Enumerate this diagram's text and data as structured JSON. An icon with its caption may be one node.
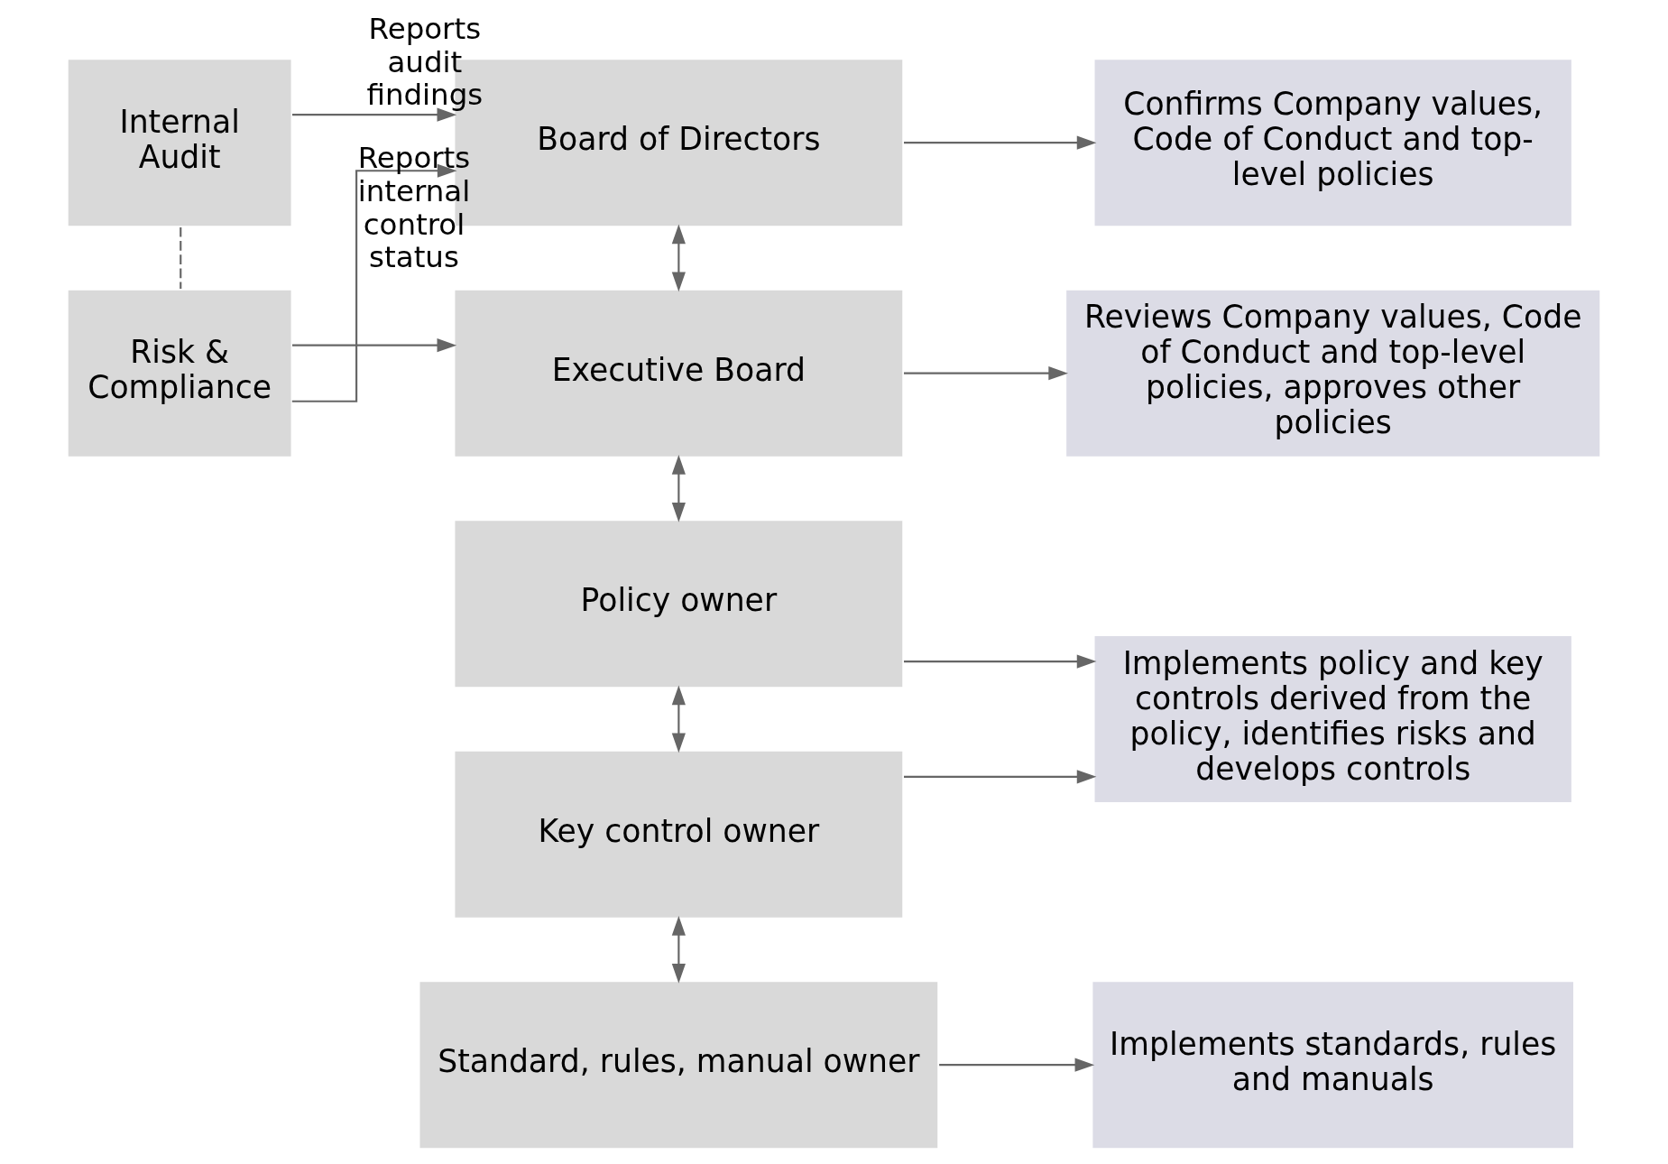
{
  "diagram": {
    "nodes": [
      {
        "text": [
          "Board of Directors"
        ]
      },
      {
        "text": [
          "Executive Board"
        ]
      },
      {
        "text": [
          "Policy owner"
        ]
      },
      {
        "text": [
          "Key control owner"
        ]
      },
      {
        "text": [
          "Standard, rules, manual owner"
        ]
      },
      {
        "text": [
          "Confirms Company values, Code of Conduct and top-level policies"
        ]
      },
      {
        "text": [
          "Reviews Company values, Code of Conduct and top-level policies, approves other policies"
        ]
      },
      {
        "text": [
          "Implements policy and key controls derived from the policy, identifies risks and develops controls"
        ]
      },
      {
        "text": [
          "Implements standards, rules and manuals"
        ]
      },
      {
        "text": [
          "Internal Audit"
        ]
      },
      {
        "text": [
          "Risk & Compliance"
        ]
      }
    ],
    "edges": [
      {
        "from": 9,
        "to": 0,
        "arrow": "to",
        "label": "Reports audit findings"
      },
      {
        "from": 10,
        "to": 0,
        "arrow": "to",
        "label": "Reports internal control status"
      },
      {
        "from": 10,
        "to": 1,
        "arrow": "to"
      },
      {
        "from": 9,
        "to": 10,
        "arrow": "none",
        "style": "dashed"
      },
      {
        "from": 0,
        "to": 1,
        "arrow": "both"
      },
      {
        "from": 1,
        "to": 2,
        "arrow": "both"
      },
      {
        "from": 2,
        "to": 3,
        "arrow": "both"
      },
      {
        "from": 3,
        "to": 4,
        "arrow": "both"
      },
      {
        "from": 0,
        "to": 5,
        "arrow": "to"
      },
      {
        "from": 1,
        "to": 6,
        "arrow": "to"
      },
      {
        "from": 2,
        "to": 7,
        "arrow": "to"
      },
      {
        "from": 3,
        "to": 7,
        "arrow": "to"
      },
      {
        "from": 4,
        "to": 8,
        "arrow": "to"
      }
    ]
  }
}
